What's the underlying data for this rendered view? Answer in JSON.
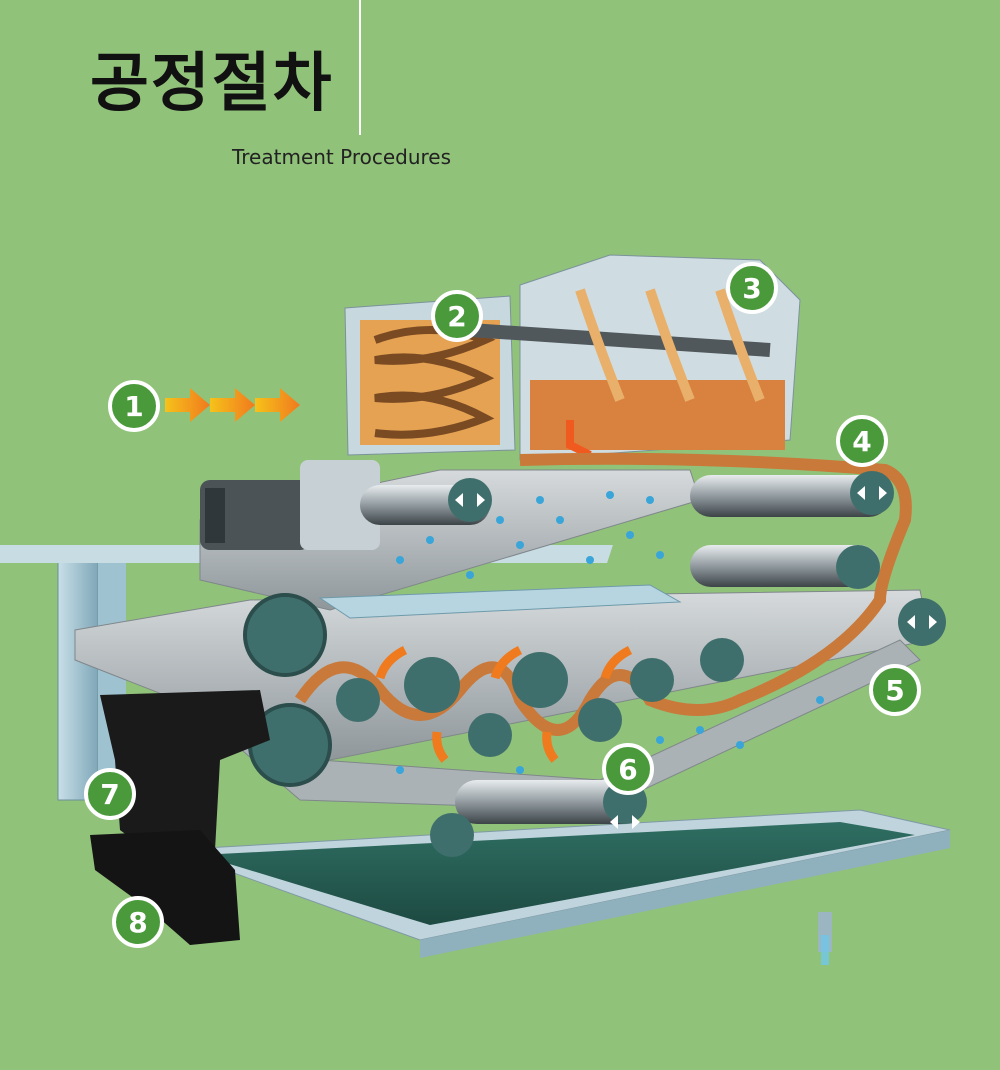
{
  "header": {
    "title": "공정절차",
    "subtitle": "Treatment Procedures"
  },
  "steps": [
    {
      "number": "1"
    },
    {
      "number": "2"
    },
    {
      "number": "3"
    },
    {
      "number": "4"
    },
    {
      "number": "5"
    },
    {
      "number": "6"
    },
    {
      "number": "7"
    },
    {
      "number": "8"
    }
  ],
  "colors": {
    "background": "#91c27a",
    "badge_fill": "#4a9a3c",
    "badge_ring": "#ffffff",
    "arrow_orange": "#f07a1e",
    "arrow_yellow": "#f6c21a",
    "sludge": "#c9793a",
    "cake": "#1a1a1a",
    "belt": "#b9bfc2",
    "roller": "#3f6f6c",
    "frame": "#a7c9d6",
    "water": "#3aa5d8",
    "tank_water": "#2f6e62"
  },
  "icons": [
    "flow-arrow-icon",
    "bidirectional-arrow-icon",
    "water-drop-icon",
    "mixing-spiral-icon"
  ]
}
